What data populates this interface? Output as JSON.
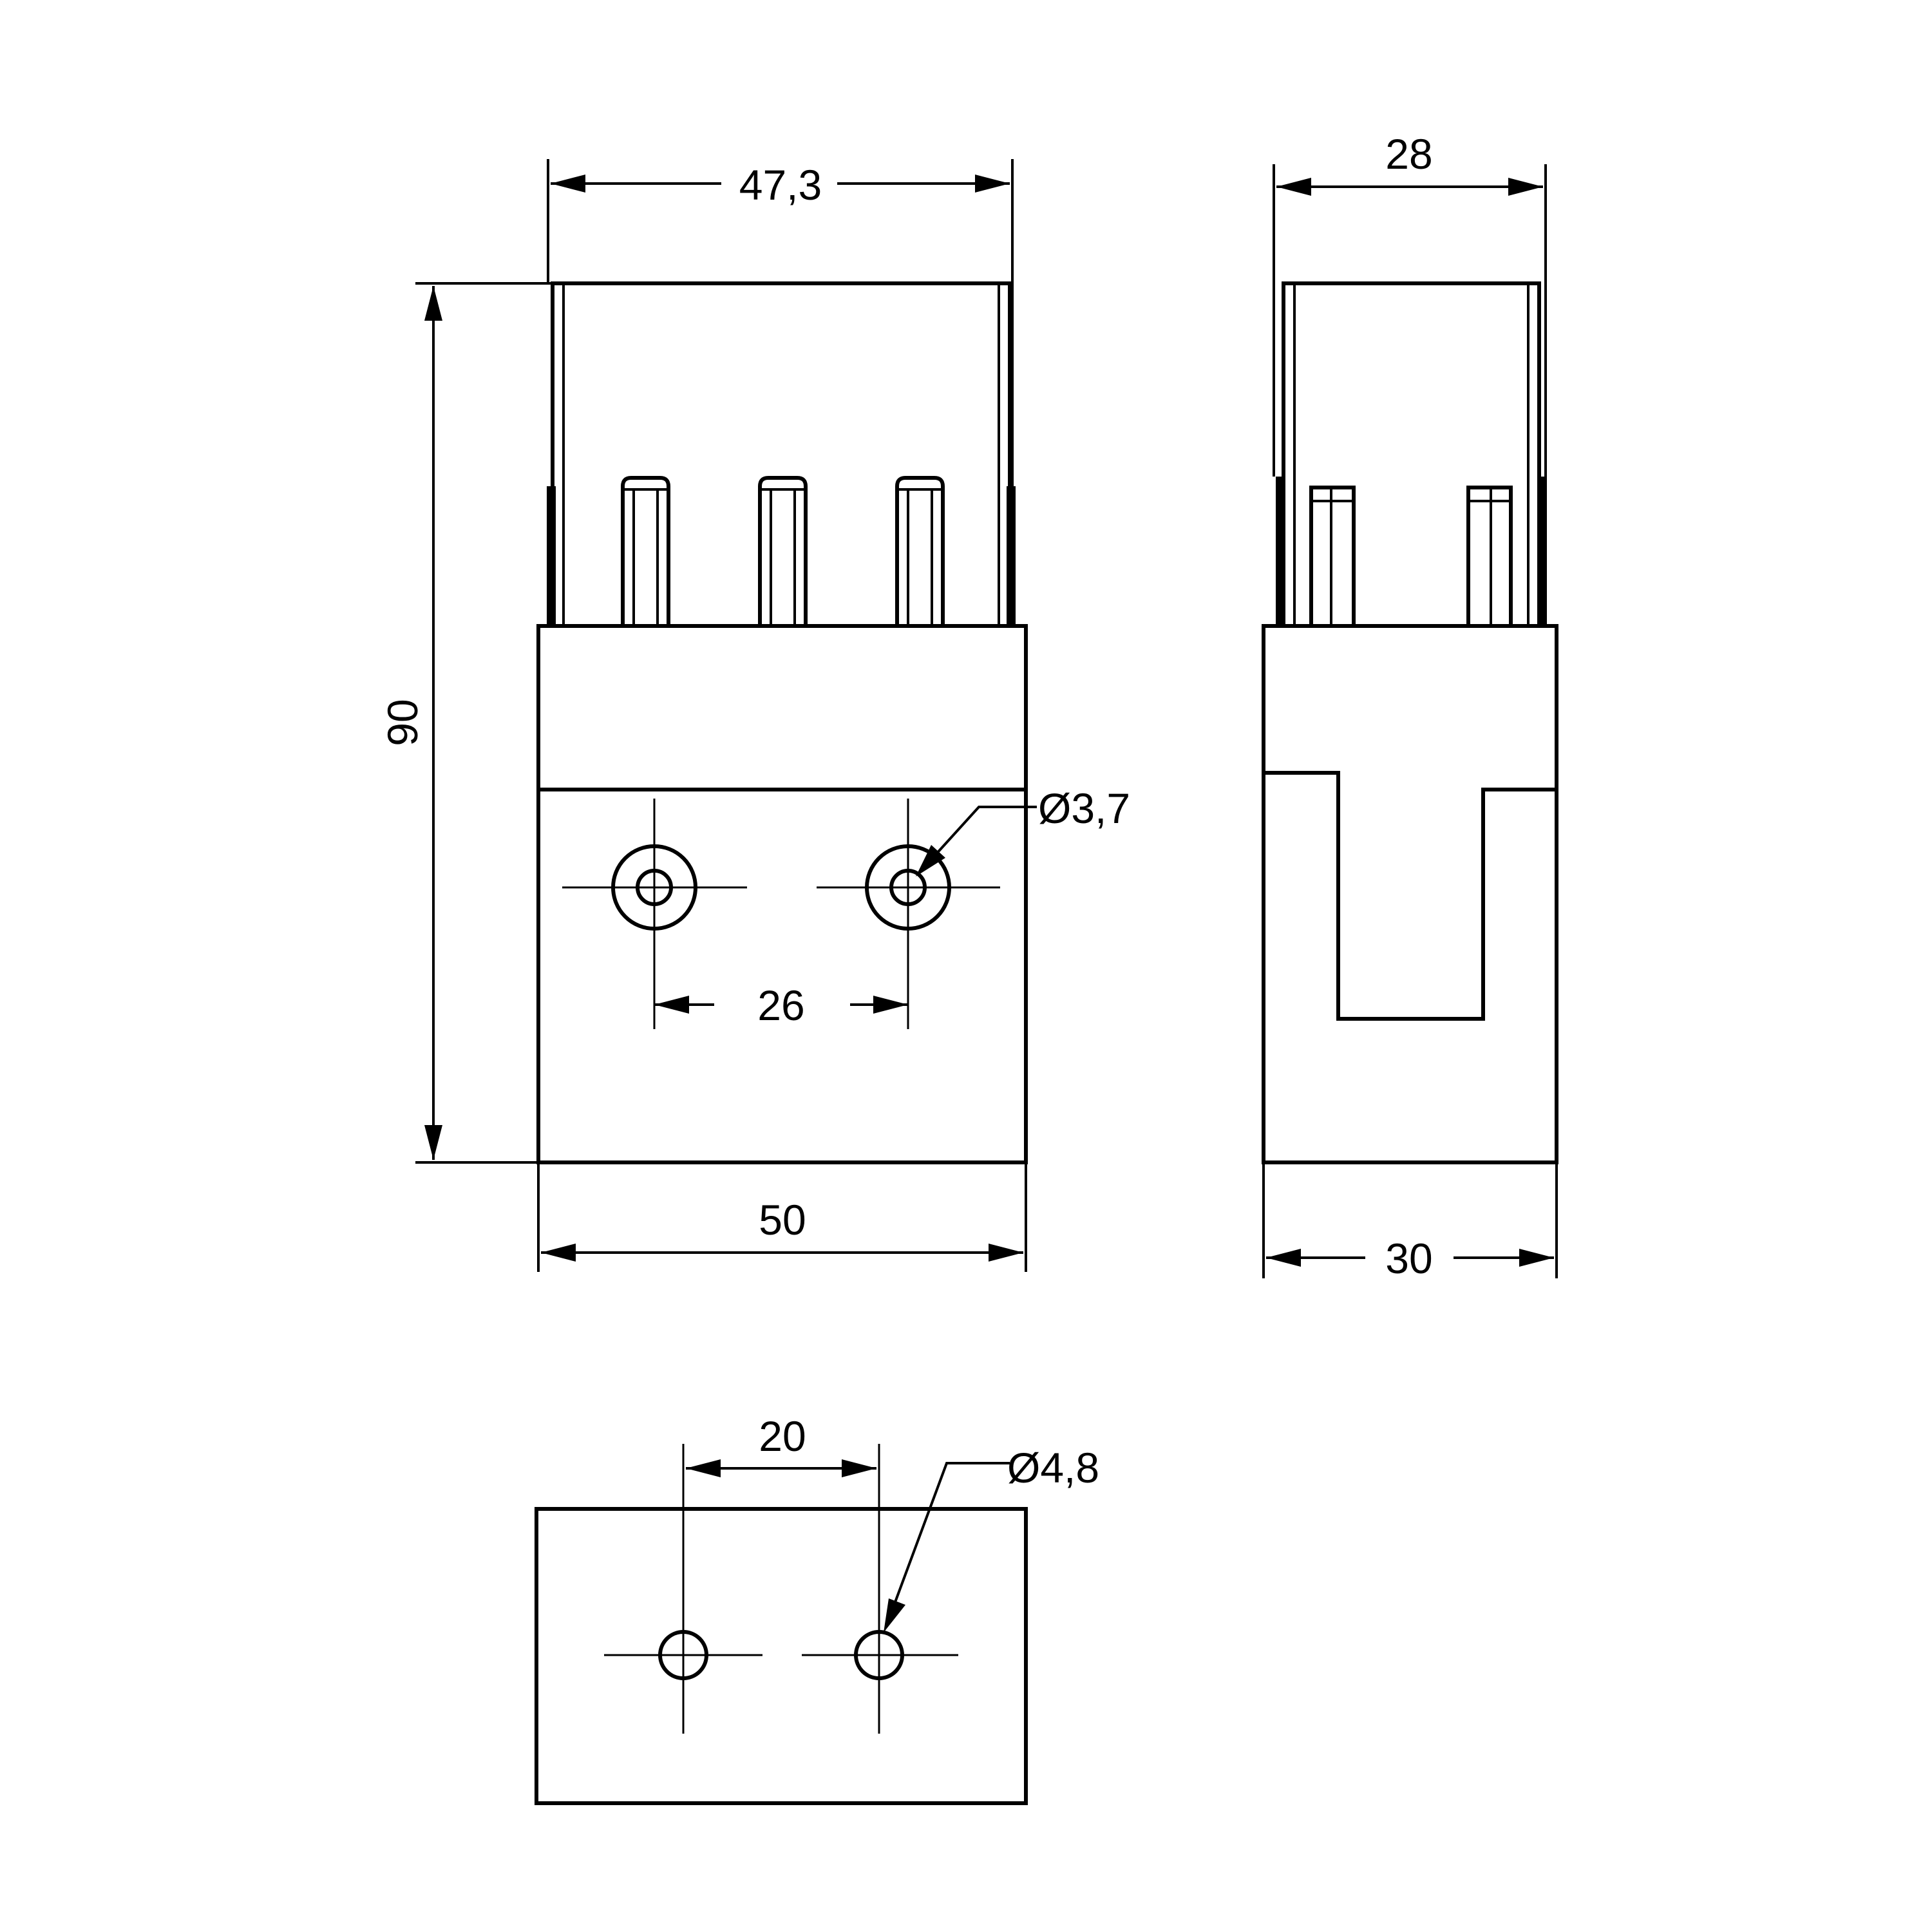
{
  "front_view": {
    "width_top": "47,3",
    "height": "90",
    "hole_diameter": "Ø3,7",
    "hole_spacing": "26",
    "width_base": "50"
  },
  "side_view": {
    "width_top": "28",
    "width_base": "30"
  },
  "bottom_view": {
    "hole_spacing": "20",
    "hole_diameter": "Ø4,8"
  }
}
